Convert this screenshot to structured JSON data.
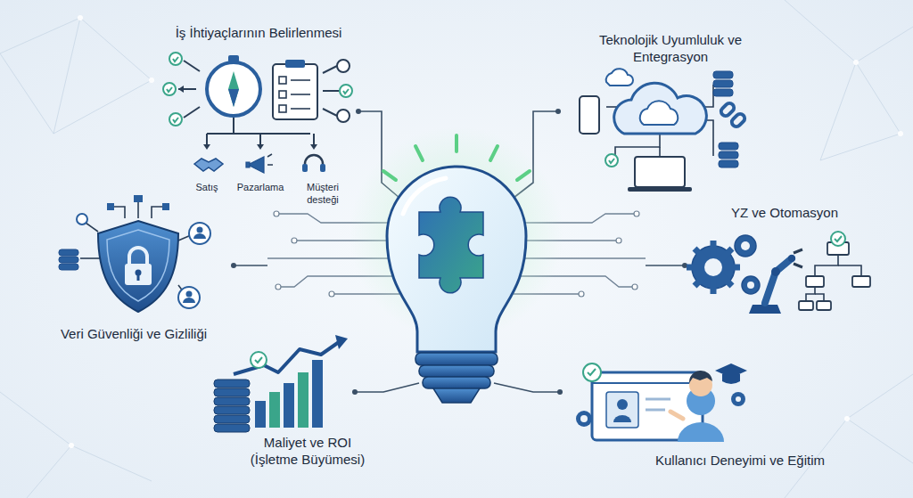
{
  "diagram": {
    "labels": [
      "İş İhtiyaçlarının Belirlenmesi",
      "Satış",
      "Pazarlama",
      "Müşteri desteği",
      "Teknolojik Uyumluluk ve Entegrasyon",
      "YZ ve Otomasyon",
      "Veri Güvenliği ve Gizliliği",
      "Maliyet ve ROI (İşletme Büyümesi)",
      "Kullanıcı Deneyimi ve Eğitim"
    ]
  }
}
